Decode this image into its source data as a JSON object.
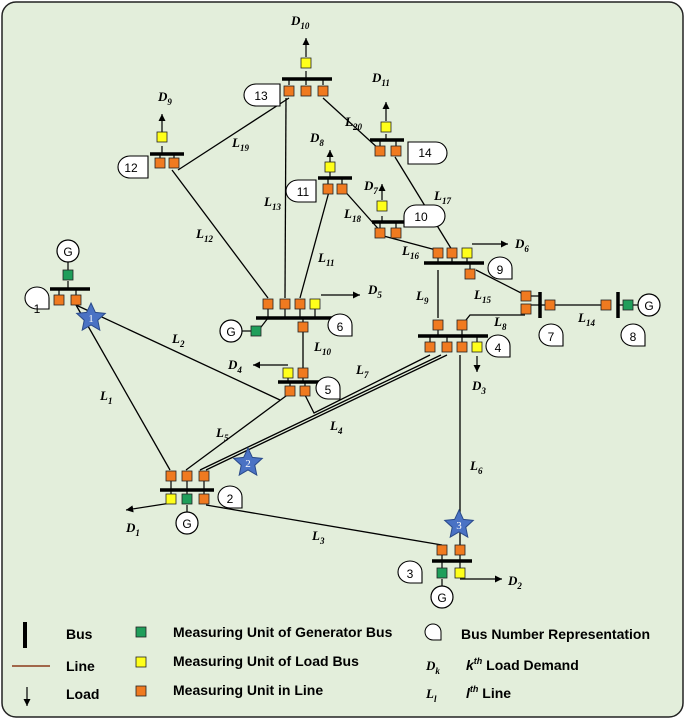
{
  "colors": {
    "background": "#e3eedb",
    "generator_unit": "#1f9e5a",
    "load_unit": "#ffff1a",
    "line_unit": "#f07a20",
    "star": "#4a72c4",
    "line_legend": "#8b3a1a"
  },
  "buses": [
    "1",
    "2",
    "3",
    "4",
    "5",
    "6",
    "7",
    "8",
    "9",
    "10",
    "11",
    "12",
    "13",
    "14"
  ],
  "generator_label": "G",
  "loads": [
    {
      "D": "D",
      "sub": "1"
    },
    {
      "D": "D",
      "sub": "2"
    },
    {
      "D": "D",
      "sub": "3"
    },
    {
      "D": "D",
      "sub": "4"
    },
    {
      "D": "D",
      "sub": "5"
    },
    {
      "D": "D",
      "sub": "6"
    },
    {
      "D": "D",
      "sub": "7"
    },
    {
      "D": "D",
      "sub": "8"
    },
    {
      "D": "D",
      "sub": "9"
    },
    {
      "D": "D",
      "sub": "10"
    },
    {
      "D": "D",
      "sub": "11"
    }
  ],
  "lines": [
    {
      "L": "L",
      "sub": "1"
    },
    {
      "L": "L",
      "sub": "2"
    },
    {
      "L": "L",
      "sub": "3"
    },
    {
      "L": "L",
      "sub": "4"
    },
    {
      "L": "L",
      "sub": "5"
    },
    {
      "L": "L",
      "sub": "6"
    },
    {
      "L": "L",
      "sub": "7"
    },
    {
      "L": "L",
      "sub": "8"
    },
    {
      "L": "L",
      "sub": "9"
    },
    {
      "L": "L",
      "sub": "10"
    },
    {
      "L": "L",
      "sub": "11"
    },
    {
      "L": "L",
      "sub": "12"
    },
    {
      "L": "L",
      "sub": "13"
    },
    {
      "L": "L",
      "sub": "14"
    },
    {
      "L": "L",
      "sub": "15"
    },
    {
      "L": "L",
      "sub": "16"
    },
    {
      "L": "L",
      "sub": "17"
    },
    {
      "L": "L",
      "sub": "18"
    },
    {
      "L": "L",
      "sub": "19"
    },
    {
      "L": "L",
      "sub": "20"
    }
  ],
  "stars": [
    "1",
    "2",
    "3"
  ],
  "legend": {
    "bus": "Bus",
    "line": "Line",
    "load": "Load",
    "gen_unit": "Measuring Unit of Generator Bus",
    "load_unit": "Measuring Unit of Load Bus",
    "line_unit": "Measuring Unit in Line",
    "bus_number": "Bus Number Representation",
    "demand_sym": "D",
    "demand_sub": "k",
    "demand_pre": "k",
    "demand_sup": "th",
    "demand_text": " Load Demand",
    "line_sym": "L",
    "line_sub": "l",
    "line_pre": "l",
    "line_sup": "th",
    "line_text": " Line"
  }
}
